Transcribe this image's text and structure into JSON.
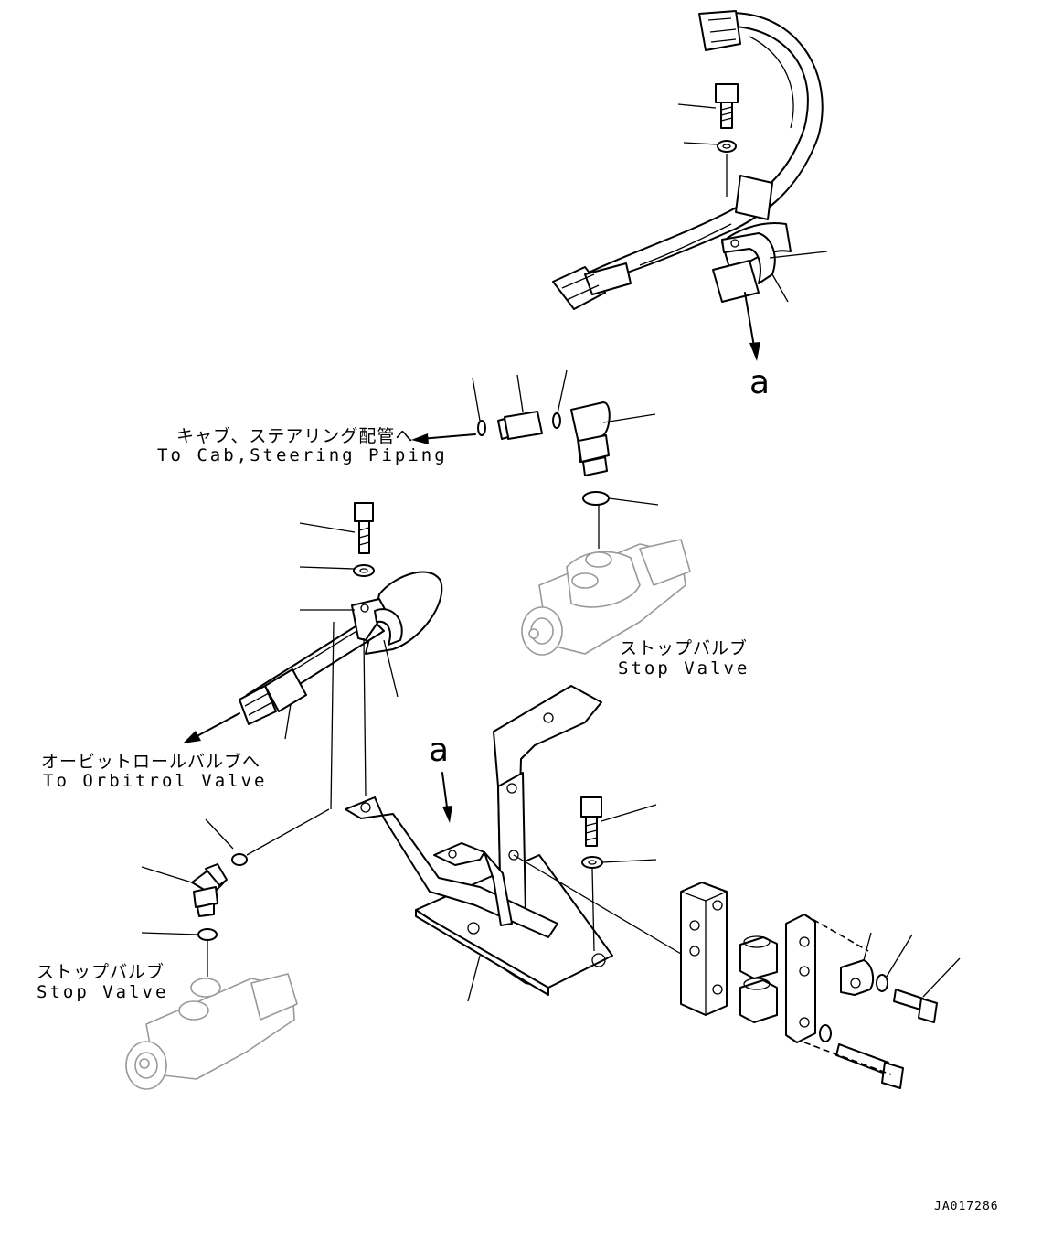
{
  "labels": {
    "cab_steering_jp": "キャブ、ステアリング配管へ",
    "cab_steering_en": "To Cab,Steering Piping",
    "stop_valve_upper_jp": "ストップバルブ",
    "stop_valve_upper_en": "Stop Valve",
    "orbitrol_jp": "オービットロールバルブへ",
    "orbitrol_en": "To Orbitrol Valve",
    "stop_valve_lower_jp": "ストップバルブ",
    "stop_valve_lower_en": "Stop Valve",
    "ref_a_upper": "a",
    "ref_a_lower": "a",
    "drawing_code": "JA017286"
  },
  "icons": [
    "hose-icon",
    "bolt-icon",
    "washer-icon",
    "clamp-icon",
    "elbow-fitting-icon",
    "adapter-icon",
    "o-ring-icon",
    "stop-valve-icon",
    "bracket-icon",
    "spacer-block-icon",
    "plate-icon",
    "arrow-icon"
  ]
}
